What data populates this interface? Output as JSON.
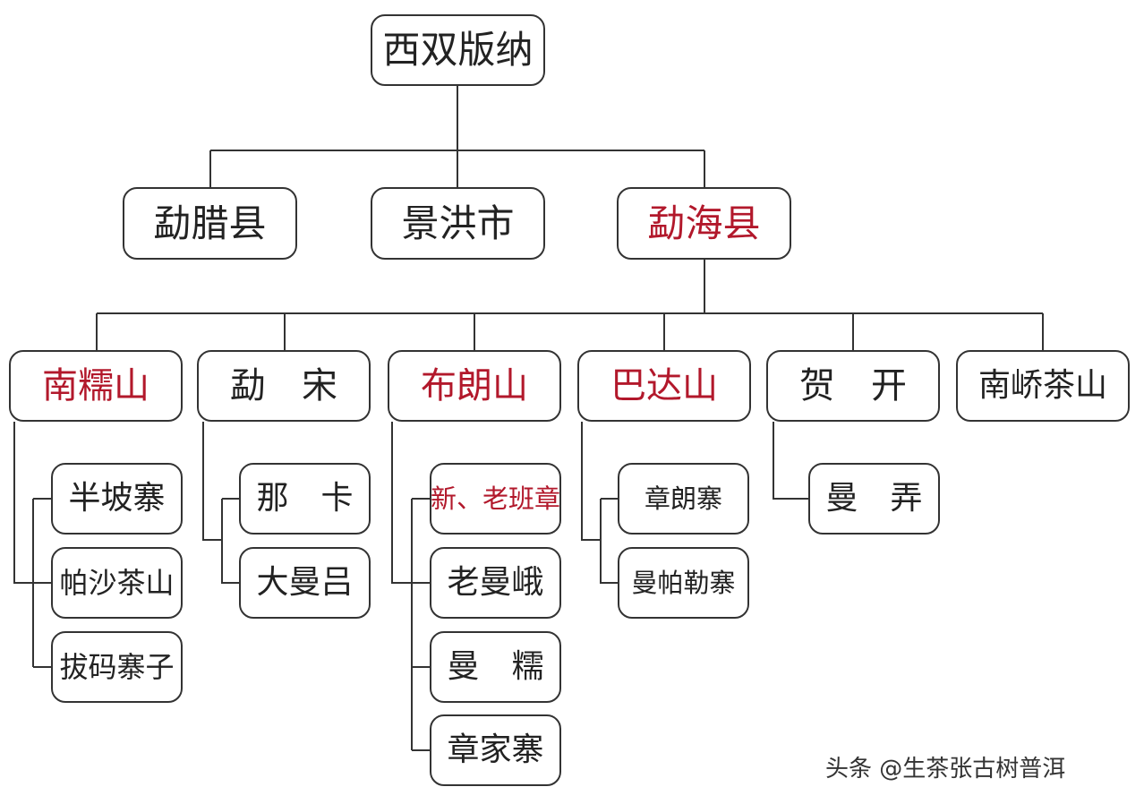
{
  "root": {
    "label": "西双版纳"
  },
  "counties": [
    {
      "label": "勐腊县",
      "highlight": false
    },
    {
      "label": "景洪市",
      "highlight": false
    },
    {
      "label": "勐海县",
      "highlight": true
    }
  ],
  "mountains": [
    {
      "label": "南糯山",
      "highlight": true
    },
    {
      "label": "勐　宋",
      "highlight": false
    },
    {
      "label": "布朗山",
      "highlight": true
    },
    {
      "label": "巴达山",
      "highlight": true
    },
    {
      "label": "贺　开",
      "highlight": false
    },
    {
      "label": "南峤茶山",
      "highlight": false
    }
  ],
  "villages": {
    "nannuo": [
      "半坡寨",
      "帕沙茶山",
      "拔码寨子"
    ],
    "mengsong": [
      "那　卡",
      "大曼吕"
    ],
    "bulang": [
      "新、老班章",
      "老曼峨",
      "曼　糯",
      "章家寨"
    ],
    "bada": [
      "章朗寨",
      "曼帕勒寨"
    ],
    "hekai": [
      "曼　弄"
    ]
  },
  "highlighted_villages": [
    "新、老班章"
  ],
  "colors": {
    "highlight": "#b2182b",
    "text": "#222222",
    "border": "#333333",
    "line": "#333333"
  },
  "watermark": "头条 @生茶张古树普洱"
}
